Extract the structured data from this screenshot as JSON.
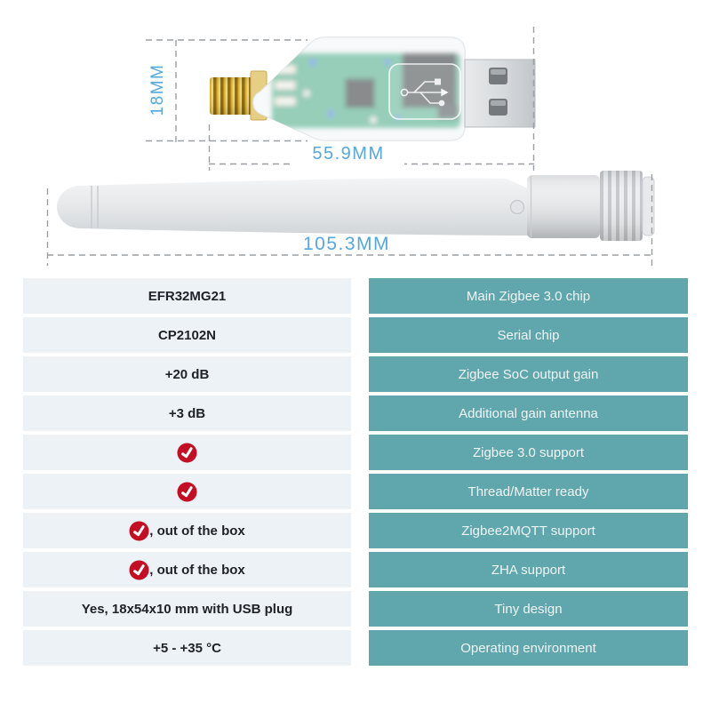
{
  "diagram": {
    "dongle": {
      "height_label": "18MM",
      "length_label": "55.9MM"
    },
    "antenna": {
      "length_label": "105.3MM"
    }
  },
  "spec_table": {
    "rows": [
      {
        "value": "EFR32MG21",
        "check": false,
        "label": "Main Zigbee 3.0 chip"
      },
      {
        "value": "CP2102N",
        "check": false,
        "label": "Serial chip"
      },
      {
        "value": "+20 dB",
        "check": false,
        "label": "Zigbee SoC output gain"
      },
      {
        "value": "+3 dB",
        "check": false,
        "label": "Additional gain antenna"
      },
      {
        "value": "",
        "check": true,
        "label": "Zigbee 3.0 support"
      },
      {
        "value": "",
        "check": true,
        "label": "Thread/Matter ready"
      },
      {
        "value": ", out of the box",
        "check": true,
        "label": "Zigbee2MQTT support"
      },
      {
        "value": ", out of the box",
        "check": true,
        "label": "ZHA support"
      },
      {
        "value": "Yes, 18x54x10 mm with USB plug",
        "check": false,
        "label": "Tiny design"
      },
      {
        "value": "+5 - +35 °C",
        "check": false,
        "label": "Operating environment"
      }
    ],
    "colors": {
      "left_bg": "#edf2f6",
      "right_bg": "#5fa6ad",
      "check_red": "#c40e23",
      "dimension_blue": "#55a7e0"
    }
  }
}
